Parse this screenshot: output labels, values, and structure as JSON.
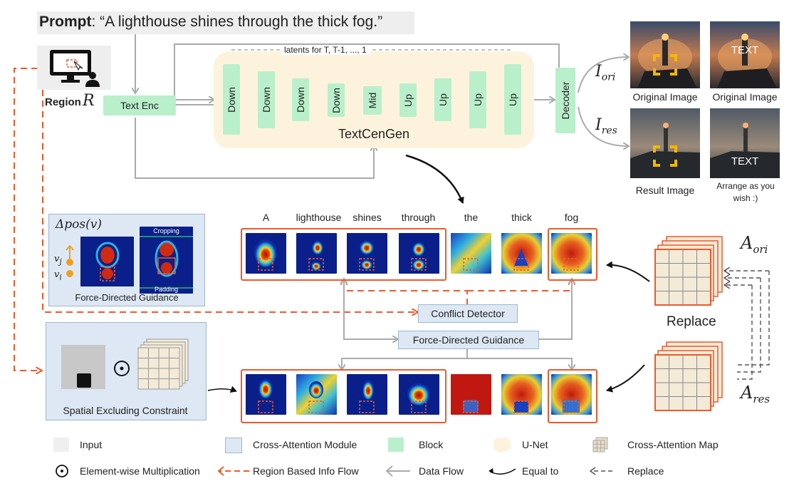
{
  "prompt": {
    "prefix": "Prompt",
    "text": ": “A lighthouse shines through the thick fog.”"
  },
  "latents_label": "latents for T, T-1, ..., 1",
  "region": {
    "label": "Region",
    "symbol": "R"
  },
  "text_enc": "Text Enc",
  "unet": {
    "title": "TextCenGen",
    "blocks": [
      "Down",
      "Down",
      "Down",
      "Down",
      "Mid",
      "Up",
      "Up",
      "Up",
      "Up"
    ]
  },
  "decoder": "Decoder",
  "i_ori": {
    "base": "I",
    "sub": "ori"
  },
  "i_res": {
    "base": "I",
    "sub": "res"
  },
  "images": {
    "original_1": "Original Image",
    "original_2": "Original Image",
    "result": "Result Image",
    "arrange": "Arrange as you wish :)",
    "text_overlay": "TEXT"
  },
  "words": [
    "A",
    "lighthouse",
    "shines",
    "through",
    "the",
    "thick",
    "fog"
  ],
  "force_panel": {
    "delta": "Δpos(v)",
    "vj": "v",
    "vj_sub": "j",
    "vi": "v",
    "vi_sub": "i",
    "cropping": "Cropping",
    "padding": "Padding",
    "caption": "Force-Directed Guidance"
  },
  "conflict_detector": "Conflict Detector",
  "force_guidance": "Force-Directed Guidance",
  "spatial_constraint": "Spatial Excluding Constraint",
  "replace": "Replace",
  "a_ori": {
    "base": "A",
    "sub": "ori"
  },
  "a_res": {
    "base": "A",
    "sub": "res"
  },
  "legend": {
    "input": "Input",
    "cross_attention_module": "Cross-Attention Module",
    "block": "Block",
    "unet": "U-Net",
    "cross_attention_map": "Cross-Attention Map",
    "element_wise": "Element-wise Multiplication",
    "region_flow": "Region Based Info Flow",
    "data_flow": "Data Flow",
    "equal_to": "Equal to",
    "replace": "Replace"
  },
  "colors": {
    "block": "#b9f0cb",
    "unet_bg": "#fdf3dd",
    "cross_attention": "#dde8f4",
    "input": "#efefef",
    "region_flow": "#ef5a2a",
    "data_flow": "#aaaaaa",
    "highlight": "#f0b800"
  }
}
